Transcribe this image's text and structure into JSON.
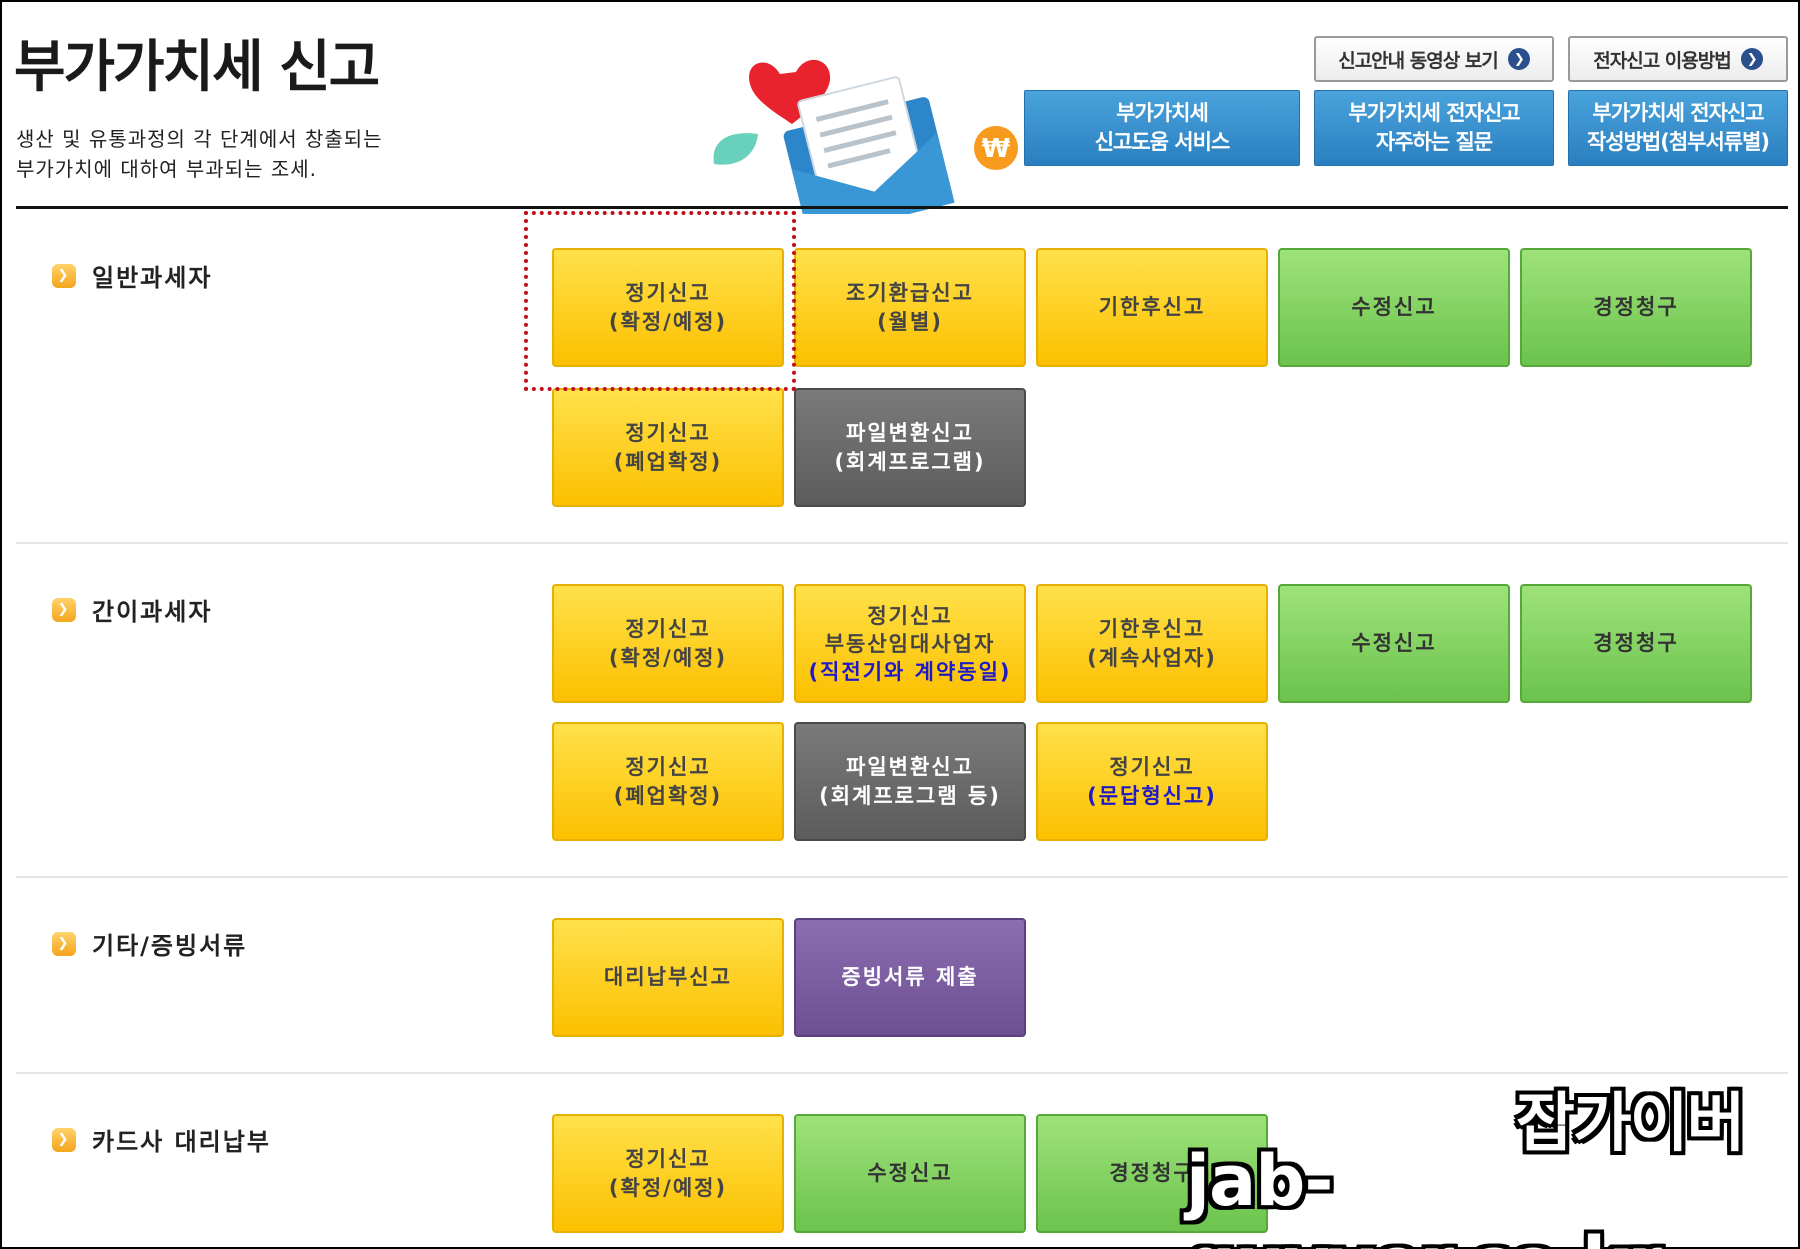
{
  "header": {
    "title": "부가가치세 신고",
    "desc_line1": "생산 및 유통과정의 각 단계에서 창출되는",
    "desc_line2": "부가가치에 대하여 부과되는 조세.",
    "video_btn": "신고안내 동영상 보기",
    "usage_btn": "전자신고 이용방법",
    "blue1_l1": "부가가치세",
    "blue1_l2": "신고도움 서비스",
    "blue2_l1": "부가가치세 전자신고",
    "blue2_l2": "자주하는 질문",
    "blue3_l1": "부가가치세 전자신고",
    "blue3_l2": "작성방법(첨부서류별)",
    "won_symbol": "₩"
  },
  "sections": {
    "general": {
      "label": "일반과세자",
      "t1_l1": "정기신고",
      "t1_l2": "(확정/예정)",
      "t2_l1": "조기환급신고",
      "t2_l2": "(월별)",
      "t3": "기한후신고",
      "t4": "수정신고",
      "t5": "경정청구",
      "t6_l1": "정기신고",
      "t6_l2": "(폐업확정)",
      "t7_l1": "파일변환신고",
      "t7_l2": "(회계프로그램)"
    },
    "simple": {
      "label": "간이과세자",
      "t1_l1": "정기신고",
      "t1_l2": "(확정/예정)",
      "t2_l1": "정기신고",
      "t2_l2": "부동산임대사업자",
      "t2_l3": "(직전기와 계약동일)",
      "t3_l1": "기한후신고",
      "t3_l2": "(계속사업자)",
      "t4": "수정신고",
      "t5": "경정청구",
      "t6_l1": "정기신고",
      "t6_l2": "(폐업확정)",
      "t7_l1": "파일변환신고",
      "t7_l2": "(회계프로그램 등)",
      "t8_l1": "정기신고",
      "t8_l2": "(문답형신고)"
    },
    "other": {
      "label": "기타/증빙서류",
      "t1": "대리납부신고",
      "t2": "증빙서류 제출"
    },
    "card": {
      "label": "카드사 대리납부",
      "t1_l1": "정기신고",
      "t1_l2": "(확정/예정)",
      "t2": "수정신고",
      "t3": "경정청구"
    }
  },
  "watermark": {
    "line1": "잡가이버",
    "line2": "jab-guyver.co.kr"
  },
  "colors": {
    "yellow": "#fcc000",
    "green": "#6cc34d",
    "gray": "#5c5c5c",
    "purple": "#6d4f93",
    "blue": "#2a7fc0",
    "highlight": "#c0101a"
  }
}
